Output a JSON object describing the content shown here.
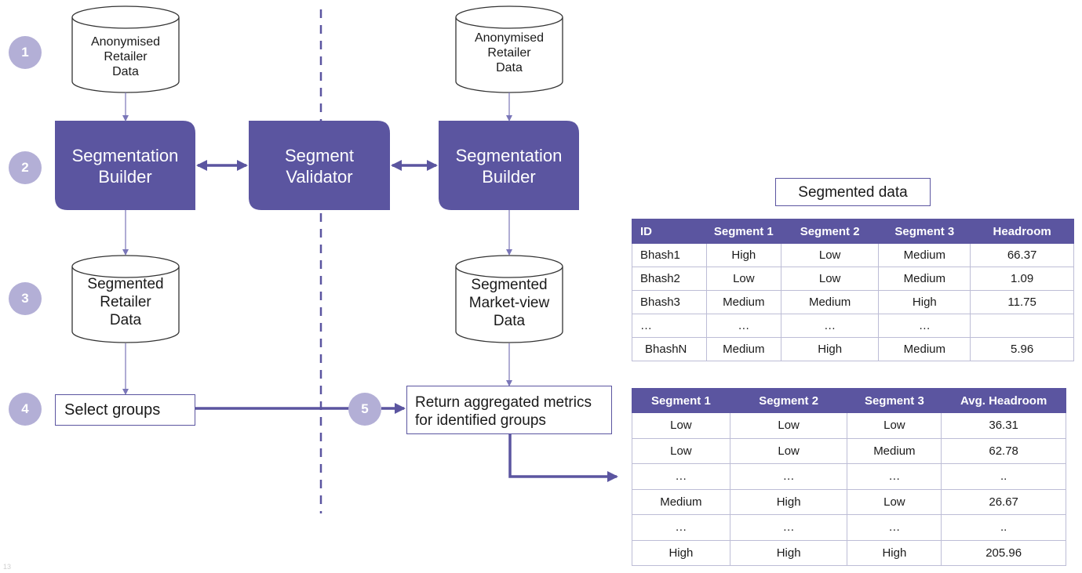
{
  "steps": [
    "1",
    "2",
    "3",
    "4",
    "5"
  ],
  "left_column": {
    "source_db": [
      "Anonymised",
      "Retailer",
      "Data"
    ],
    "builder": [
      "Segmentation",
      "Builder"
    ],
    "segmented_db": [
      "Segmented",
      "Retailer",
      "Data"
    ],
    "select_box": "Select groups"
  },
  "center": {
    "validator": [
      "Segment",
      "Validator"
    ]
  },
  "right_column": {
    "source_db": [
      "Anonymised",
      "Retailer",
      "Data"
    ],
    "builder": [
      "Segmentation",
      "Builder"
    ],
    "segmented_db": [
      "Segmented",
      "Market-view",
      "Data"
    ],
    "return_box": [
      "Return aggregated metrics",
      "for identified groups"
    ]
  },
  "segmented_data_title": "Segmented data",
  "table1": {
    "headers": [
      "ID",
      "Segment 1",
      "Segment 2",
      "Segment 3",
      "Headroom"
    ],
    "rows": [
      [
        "Bhash1",
        "High",
        "Low",
        "Medium",
        "66.37"
      ],
      [
        "Bhash2",
        "Low",
        "Low",
        "Medium",
        "1.09"
      ],
      [
        "Bhash3",
        "Medium",
        "Medium",
        "High",
        "11.75"
      ],
      [
        "…",
        "…",
        "…",
        "…",
        ""
      ],
      [
        "BhashN",
        "Medium",
        "High",
        "Medium",
        "5.96"
      ]
    ]
  },
  "table2": {
    "headers": [
      "Segment 1",
      "Segment 2",
      "Segment 3",
      "Avg. Headroom"
    ],
    "rows": [
      [
        "Low",
        "Low",
        "Low",
        "36.31"
      ],
      [
        "Low",
        "Low",
        "Medium",
        "62.78"
      ],
      [
        "…",
        "…",
        "…",
        ".."
      ],
      [
        "Medium",
        "High",
        "Low",
        "26.67"
      ],
      [
        "…",
        "…",
        "…",
        ".."
      ],
      [
        "High",
        "High",
        "High",
        "205.96"
      ]
    ]
  },
  "page_number": "13",
  "colors": {
    "primary": "#5b55a0",
    "step_circle": "#b3afd6",
    "line": "#7a76b8"
  }
}
